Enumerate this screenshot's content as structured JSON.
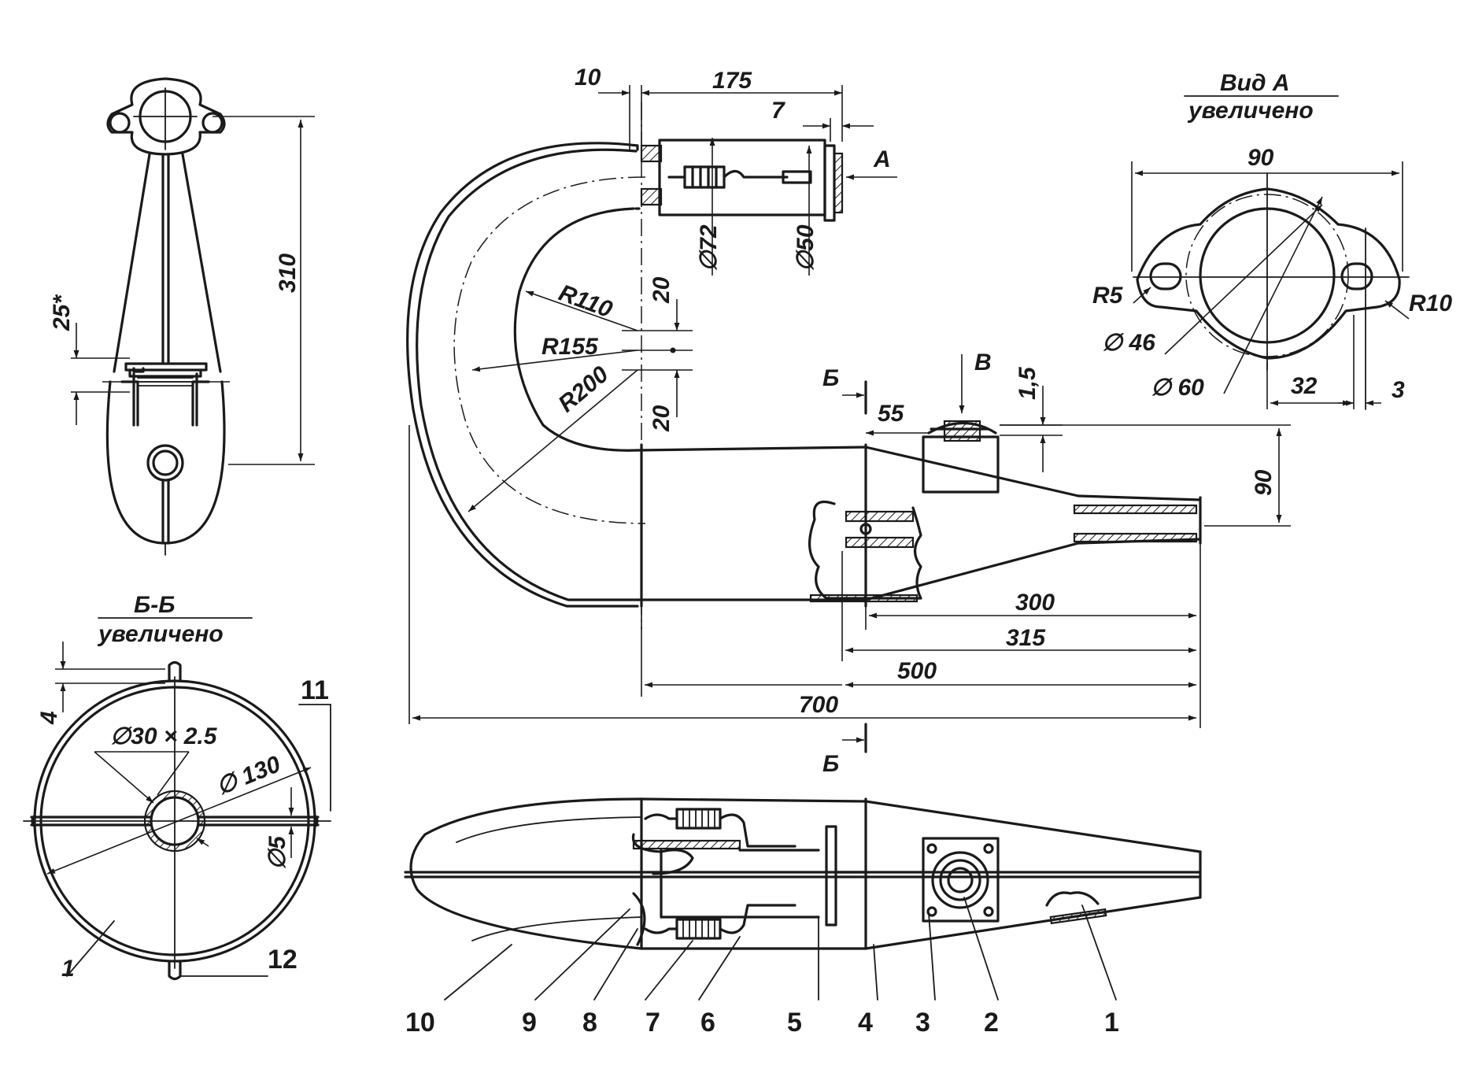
{
  "side_view": {
    "dims": {
      "d10": "10",
      "d175": "175",
      "d7": "7",
      "arrow_a": "А",
      "d72": "∅72",
      "d50": "∅50",
      "r110": "R110",
      "r155": "R155",
      "r200": "R200",
      "d20a": "20",
      "d20b": "20",
      "section_b_top": "Б",
      "section_b_bottom": "Б",
      "arrow_v": "В",
      "d55": "55",
      "d1_5": "1,5",
      "d90": "90",
      "d300": "300",
      "d315": "315",
      "d500": "500",
      "d700": "700"
    }
  },
  "front_view": {
    "dims": {
      "d25": "25*",
      "d310": "310"
    }
  },
  "view_a": {
    "title": "Вид А",
    "subtitle": "увеличено",
    "dims": {
      "d90": "90",
      "r5": "R5",
      "r10": "R10",
      "d46": "∅ 46",
      "d60": "∅ 60",
      "d32": "32",
      "d3": "3"
    }
  },
  "section_bb": {
    "title": "Б-Б",
    "subtitle": "увеличено",
    "dims": {
      "d4": "4",
      "tube": "∅30 × 2.5",
      "d130": "∅ 130",
      "d5": "∅5"
    },
    "callouts": {
      "c11": "11",
      "c12": "12",
      "c1": "1"
    }
  },
  "plan_view": {
    "part_numbers": [
      "10",
      "9",
      "8",
      "7",
      "6",
      "5",
      "4",
      "3",
      "2",
      "1"
    ]
  }
}
